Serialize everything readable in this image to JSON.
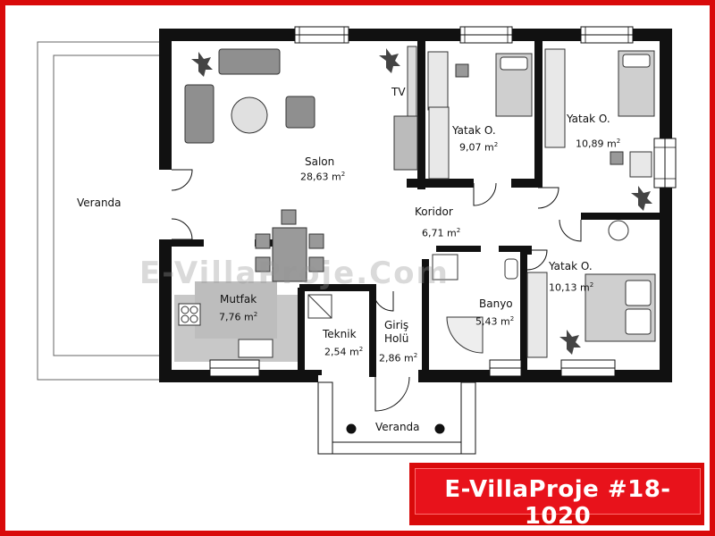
{
  "watermark": "E-VillaProje.Com",
  "badge_text": "E-VillaProje #18-1020",
  "icons": {
    "plant": "plant-icon",
    "sofa": "sofa-icon",
    "bed": "bed-icon",
    "sink": "sink-icon",
    "stove": "stove-icon",
    "bathtub": "bathtub-icon",
    "shower": "shower-icon",
    "toilet": "toilet-icon"
  },
  "rooms": {
    "veranda_left": {
      "name": "Veranda"
    },
    "salon": {
      "name": "Salon",
      "area": "28,63 m"
    },
    "tv": {
      "name": "TV"
    },
    "yatak1": {
      "name": "Yatak O.",
      "area": "9,07 m"
    },
    "yatak2": {
      "name": "Yatak O.",
      "area": "10,89 m"
    },
    "koridor": {
      "name": "Koridor",
      "area": "6,71 m"
    },
    "yatak3": {
      "name": "Yatak O.",
      "area": "10,13 m"
    },
    "mutfak": {
      "name": "Mutfak",
      "area": "7,76 m"
    },
    "teknik": {
      "name": "Teknik",
      "area": "2,54 m"
    },
    "giris": {
      "name_line1": "Giriş",
      "name_line2": "Holü",
      "area": "2,86 m"
    },
    "banyo": {
      "name": "Banyo",
      "area": "5,43 m"
    },
    "veranda_bottom": {
      "name": "Veranda"
    }
  },
  "area_unit_exponent": "2"
}
